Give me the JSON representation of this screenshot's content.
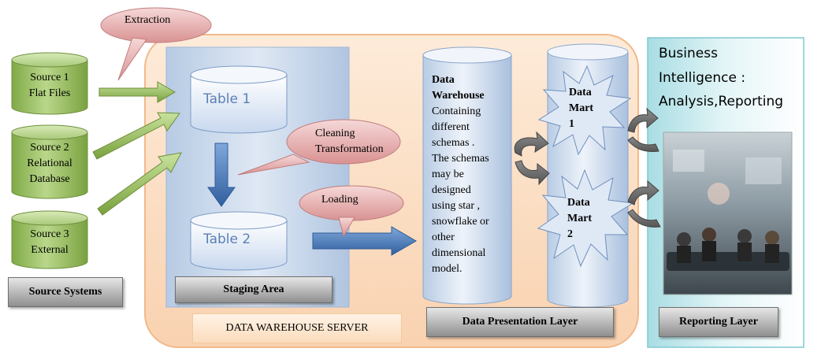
{
  "callouts": {
    "extraction": "Extraction",
    "cleaning_line1": "Cleaning",
    "cleaning_line2": "Transformation",
    "loading": "Loading"
  },
  "sources": [
    {
      "line1": "Source 1",
      "line2": "Flat Files",
      "line3": ""
    },
    {
      "line1": "Source 2",
      "line2": "Relational",
      "line3": "Database"
    },
    {
      "line1": "Source 3",
      "line2": "External",
      "line3": ""
    }
  ],
  "tables": {
    "table1": "Table 1",
    "table2": "Table 2"
  },
  "data_warehouse": {
    "heading_line1": "Data",
    "heading_line2": "Warehouse",
    "body": [
      "Containing",
      "different",
      "schemas .",
      "The schemas",
      "may be",
      "designed",
      "using star ,",
      "snowflake or",
      "other",
      "dimensional",
      "model."
    ]
  },
  "marts": [
    {
      "line1": "Data",
      "line2": "Mart",
      "line3": "1"
    },
    {
      "line1": "Data",
      "line2": "Mart",
      "line3": "2"
    }
  ],
  "business_intelligence": {
    "line1": "Business",
    "line2": "Intelligence :",
    "line3": "Analysis,Reporting"
  },
  "labels": {
    "source_systems": "Source Systems",
    "staging_area": "Staging Area",
    "dw_server": "DATA WAREHOUSE SERVER",
    "presentation_layer": "Data Presentation Layer",
    "reporting_layer": "Reporting Layer"
  },
  "colors": {
    "source_green": "#9bc25e",
    "staging_blue": "#c7d7ea",
    "server_peach": "#fbe0c6",
    "callout_pink": "#e3a9a9",
    "arrow_blue": "#4f7fc0",
    "reporting_cyan": "#bfe6ea"
  },
  "image": {
    "icon": "business-meeting-photo"
  }
}
